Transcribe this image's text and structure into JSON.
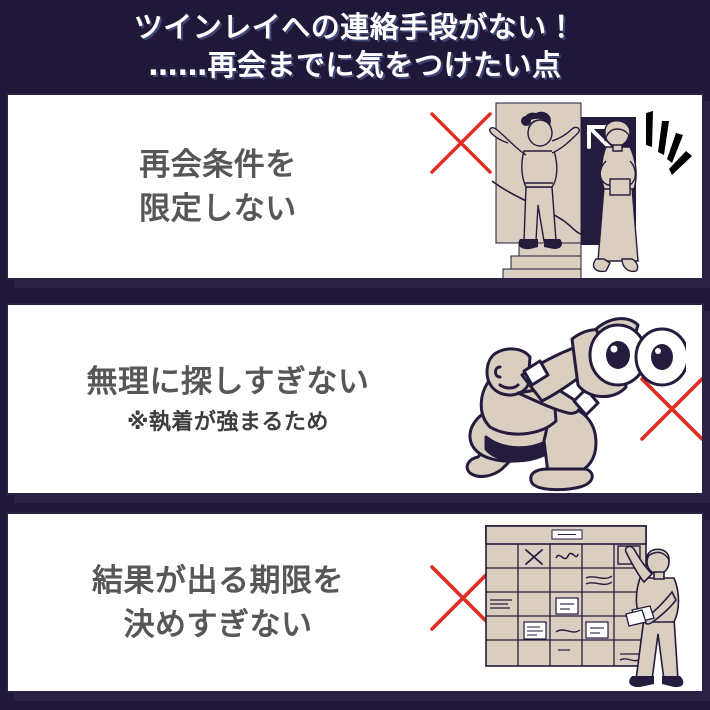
{
  "header": {
    "line1": "ツインレイへの連絡手段がない！",
    "line2": "……再会までに気をつけたい点",
    "text_color": "#ffffff",
    "background_color": "#1f1838"
  },
  "theme": {
    "background": "#1f1838",
    "card_background": "#ffffff",
    "card_border": "#2b2145",
    "card_shadow": "#2b2145",
    "cross_red": "#e02b22",
    "illustration_beige": "#d9cec0",
    "illustration_navy": "#241b3d",
    "body_text": "#575757"
  },
  "cards": [
    {
      "id": "card-1",
      "title": "再会条件を\n限定しない",
      "subtitle": "",
      "cross_mark": "×",
      "illustration": "two-people-stairs-illustration"
    },
    {
      "id": "card-2",
      "title": "無理に探しすぎない",
      "subtitle": "※執着が強まるため",
      "cross_mark": "×",
      "illustration": "person-with-binoculars-illustration"
    },
    {
      "id": "card-3",
      "title": "結果が出る期限を\n決めすぎない",
      "subtitle": "",
      "cross_mark": "×",
      "illustration": "person-at-calendar-board-illustration"
    }
  ]
}
